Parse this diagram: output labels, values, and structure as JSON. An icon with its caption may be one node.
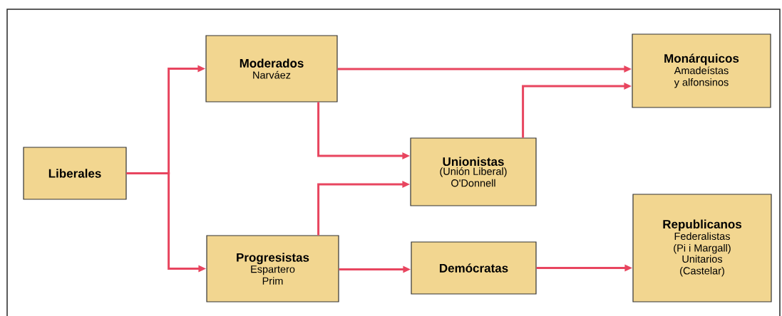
{
  "diagram": {
    "nodes": [
      {
        "text": [
          "Liberales"
        ]
      },
      {
        "text": [
          "Moderados",
          "Narváez"
        ]
      },
      {
        "text": [
          "Progresistas",
          "Espartero Prim"
        ]
      },
      {
        "text": [
          "Unionistas",
          "(Unión Liberal) O'Donnell"
        ]
      },
      {
        "text": [
          "Demócratas"
        ]
      },
      {
        "text": [
          "Monárquicos",
          "Amadeístas y alfonsinos"
        ]
      },
      {
        "text": [
          "Republicanos",
          "Federalistas (Pi i Margall)",
          "Unitarios (Castelar)"
        ]
      }
    ],
    "edges": [
      {
        "from": 0,
        "to": 1,
        "arrow": "to"
      },
      {
        "from": 0,
        "to": 2,
        "arrow": "to"
      },
      {
        "from": 1,
        "to": 5,
        "arrow": "to"
      },
      {
        "from": 1,
        "to": 3,
        "arrow": "to"
      },
      {
        "from": 2,
        "to": 3,
        "arrow": "to"
      },
      {
        "from": 3,
        "to": 5,
        "arrow": "to"
      },
      {
        "from": 2,
        "to": 4,
        "arrow": "to"
      },
      {
        "from": 4,
        "to": 6,
        "arrow": "to"
      }
    ]
  }
}
